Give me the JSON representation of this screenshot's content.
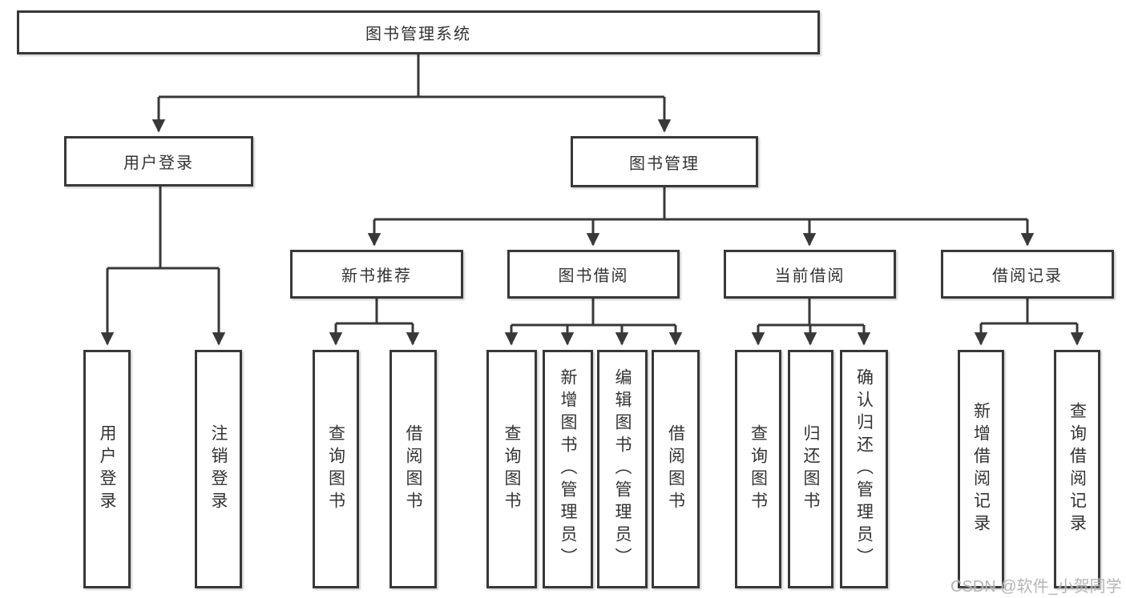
{
  "diagram": {
    "root": {
      "label": "图书管理系统"
    },
    "branches": [
      {
        "label": "用户登录",
        "children": [
          {
            "label": "用户登录"
          },
          {
            "label": "注销登录"
          }
        ]
      },
      {
        "label": "图书管理",
        "children": [
          {
            "label": "新书推荐",
            "children": [
              {
                "label": "查询图书"
              },
              {
                "label": "借阅图书"
              }
            ]
          },
          {
            "label": "图书借阅",
            "children": [
              {
                "label": "查询图书"
              },
              {
                "label": "新增图书（管理员）"
              },
              {
                "label": "编辑图书（管理员）"
              },
              {
                "label": "借阅图书"
              }
            ]
          },
          {
            "label": "当前借阅",
            "children": [
              {
                "label": "查询图书"
              },
              {
                "label": "归还图书"
              },
              {
                "label": "确认归还（管理员）"
              }
            ]
          },
          {
            "label": "借阅记录",
            "children": [
              {
                "label": "新增借阅记录"
              },
              {
                "label": "查询借阅记录"
              }
            ]
          }
        ]
      }
    ]
  },
  "watermark": {
    "text": "CSDN @软件_小贺同学"
  },
  "colors": {
    "line": "#383838",
    "box_border": "#383838",
    "box_fill": "#ffffff",
    "text": "#333333",
    "watermark": "#a8a8a8",
    "background": "#ffffff"
  }
}
